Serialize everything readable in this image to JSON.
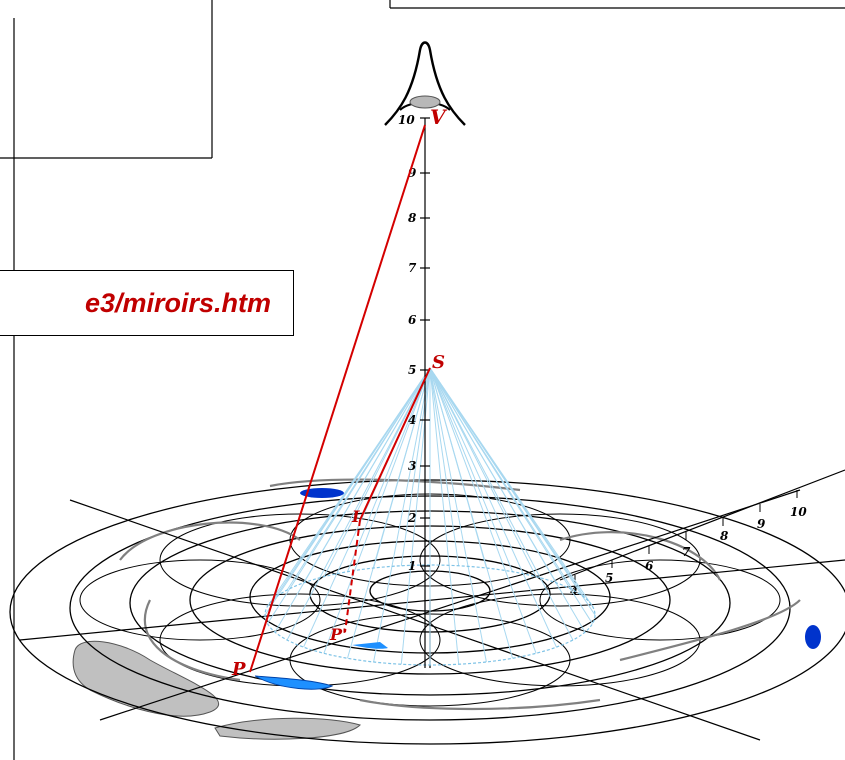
{
  "url_text": "e3/miroirs.htm",
  "labels": {
    "viewer": "V",
    "source": "S",
    "point_p": "P",
    "point_p_prime": "P'",
    "point_i": "I"
  },
  "vertical_axis_ticks": [
    "1",
    "2",
    "3",
    "4",
    "5",
    "6",
    "7",
    "8",
    "9",
    "10"
  ],
  "horizontal_axis_ticks": [
    "4",
    "5",
    "6",
    "7",
    "8",
    "9",
    "10"
  ],
  "colors": {
    "ray": "#d40000",
    "light_cone": "#a8d8f0",
    "reflection": "#1e90ff",
    "shadow": "#c0c0c0",
    "highlight_blue": "#0033cc",
    "label": "#c00000"
  },
  "icons": {
    "viewer": "eye-icon"
  }
}
